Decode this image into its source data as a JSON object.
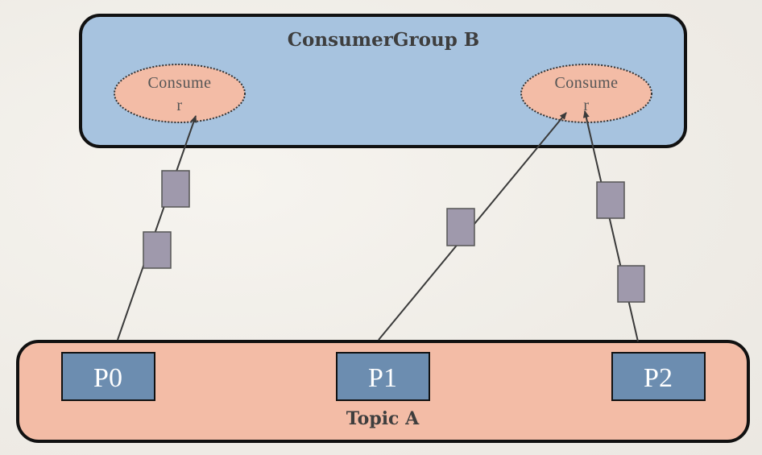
{
  "consumer_group": {
    "title": "ConsumerGroup B",
    "consumers": [
      {
        "label_line1": "Consume",
        "label_line2": "r"
      },
      {
        "label_line1": "Consume",
        "label_line2": "r"
      }
    ]
  },
  "topic": {
    "title": "Topic A",
    "partitions": [
      {
        "label": "P0"
      },
      {
        "label": "P1"
      },
      {
        "label": "P2"
      }
    ]
  },
  "colors": {
    "group_fill": "#a7c3df",
    "topic_fill": "#f3bca6",
    "consumer_fill": "#f3bca6",
    "partition_fill": "#6c8db0",
    "message_fill": "#9f99ac",
    "border": "#111111"
  }
}
